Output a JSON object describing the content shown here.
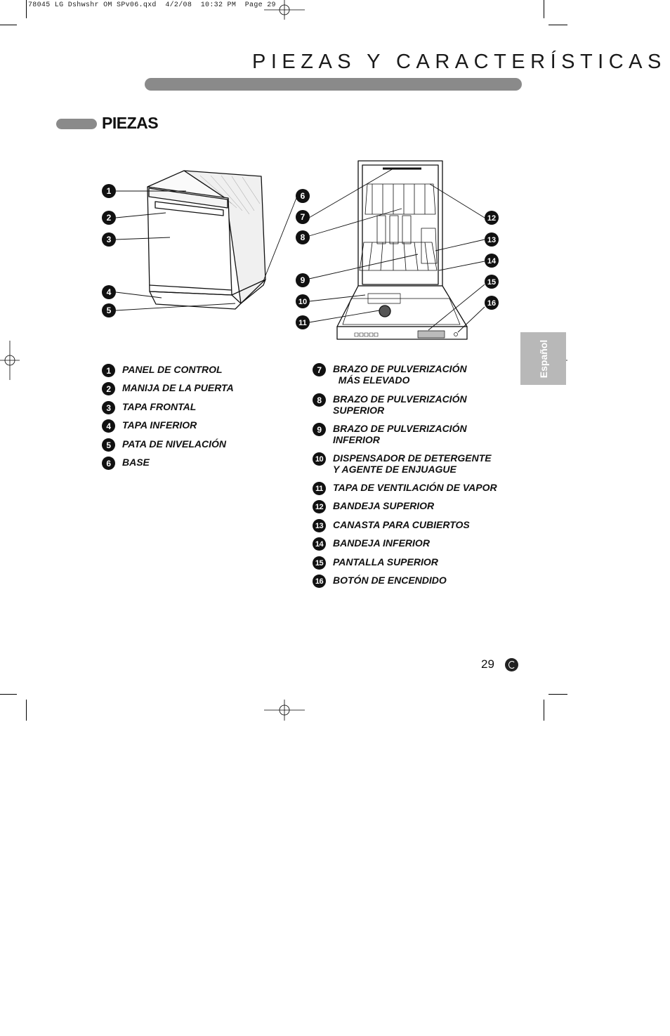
{
  "slug_line": "78045 LG Dshwshr OM SPv06.qxd  4/2/08  10:32 PM  Page 29",
  "header": {
    "title": "PIEZAS Y CARACTERÍSTICAS"
  },
  "section": {
    "title": "PIEZAS"
  },
  "side_tab": {
    "label": "Español"
  },
  "parts_left": [
    {
      "num": "1",
      "label": "PANEL DE CONTROL"
    },
    {
      "num": "2",
      "label": "MANIJA DE LA PUERTA"
    },
    {
      "num": "3",
      "label": "TAPA FRONTAL"
    },
    {
      "num": "4",
      "label": "TAPA INFERIOR"
    },
    {
      "num": "5",
      "label": "PATA DE NIVELACIÓN"
    },
    {
      "num": "6",
      "label": "BASE"
    }
  ],
  "parts_right": [
    {
      "num": "7",
      "label": "BRAZO DE PULVERIZACIÓN\n  MÁS ELEVADO"
    },
    {
      "num": "8",
      "label": "BRAZO DE PULVERIZACIÓN\nSUPERIOR"
    },
    {
      "num": "9",
      "label": "BRAZO DE PULVERIZACIÓN\nINFERIOR"
    },
    {
      "num": "10",
      "label": "DISPENSADOR DE DETERGENTE\nY AGENTE DE ENJUAGUE"
    },
    {
      "num": "11",
      "label": "TAPA DE VENTILACIÓN DE VAPOR"
    },
    {
      "num": "12",
      "label": "BANDEJA SUPERIOR"
    },
    {
      "num": "13",
      "label": "CANASTA PARA CUBIERTOS"
    },
    {
      "num": "14",
      "label": "BANDEJA INFERIOR"
    },
    {
      "num": "15",
      "label": "PANTALLA SUPERIOR"
    },
    {
      "num": "16",
      "label": "BOTÓN DE ENCENDIDO"
    }
  ],
  "diagram_callouts": [
    "1",
    "2",
    "3",
    "4",
    "5",
    "6",
    "7",
    "8",
    "9",
    "10",
    "11",
    "12",
    "13",
    "14",
    "15",
    "16"
  ],
  "footer": {
    "page_number": "29",
    "logo": "lg-logo"
  }
}
